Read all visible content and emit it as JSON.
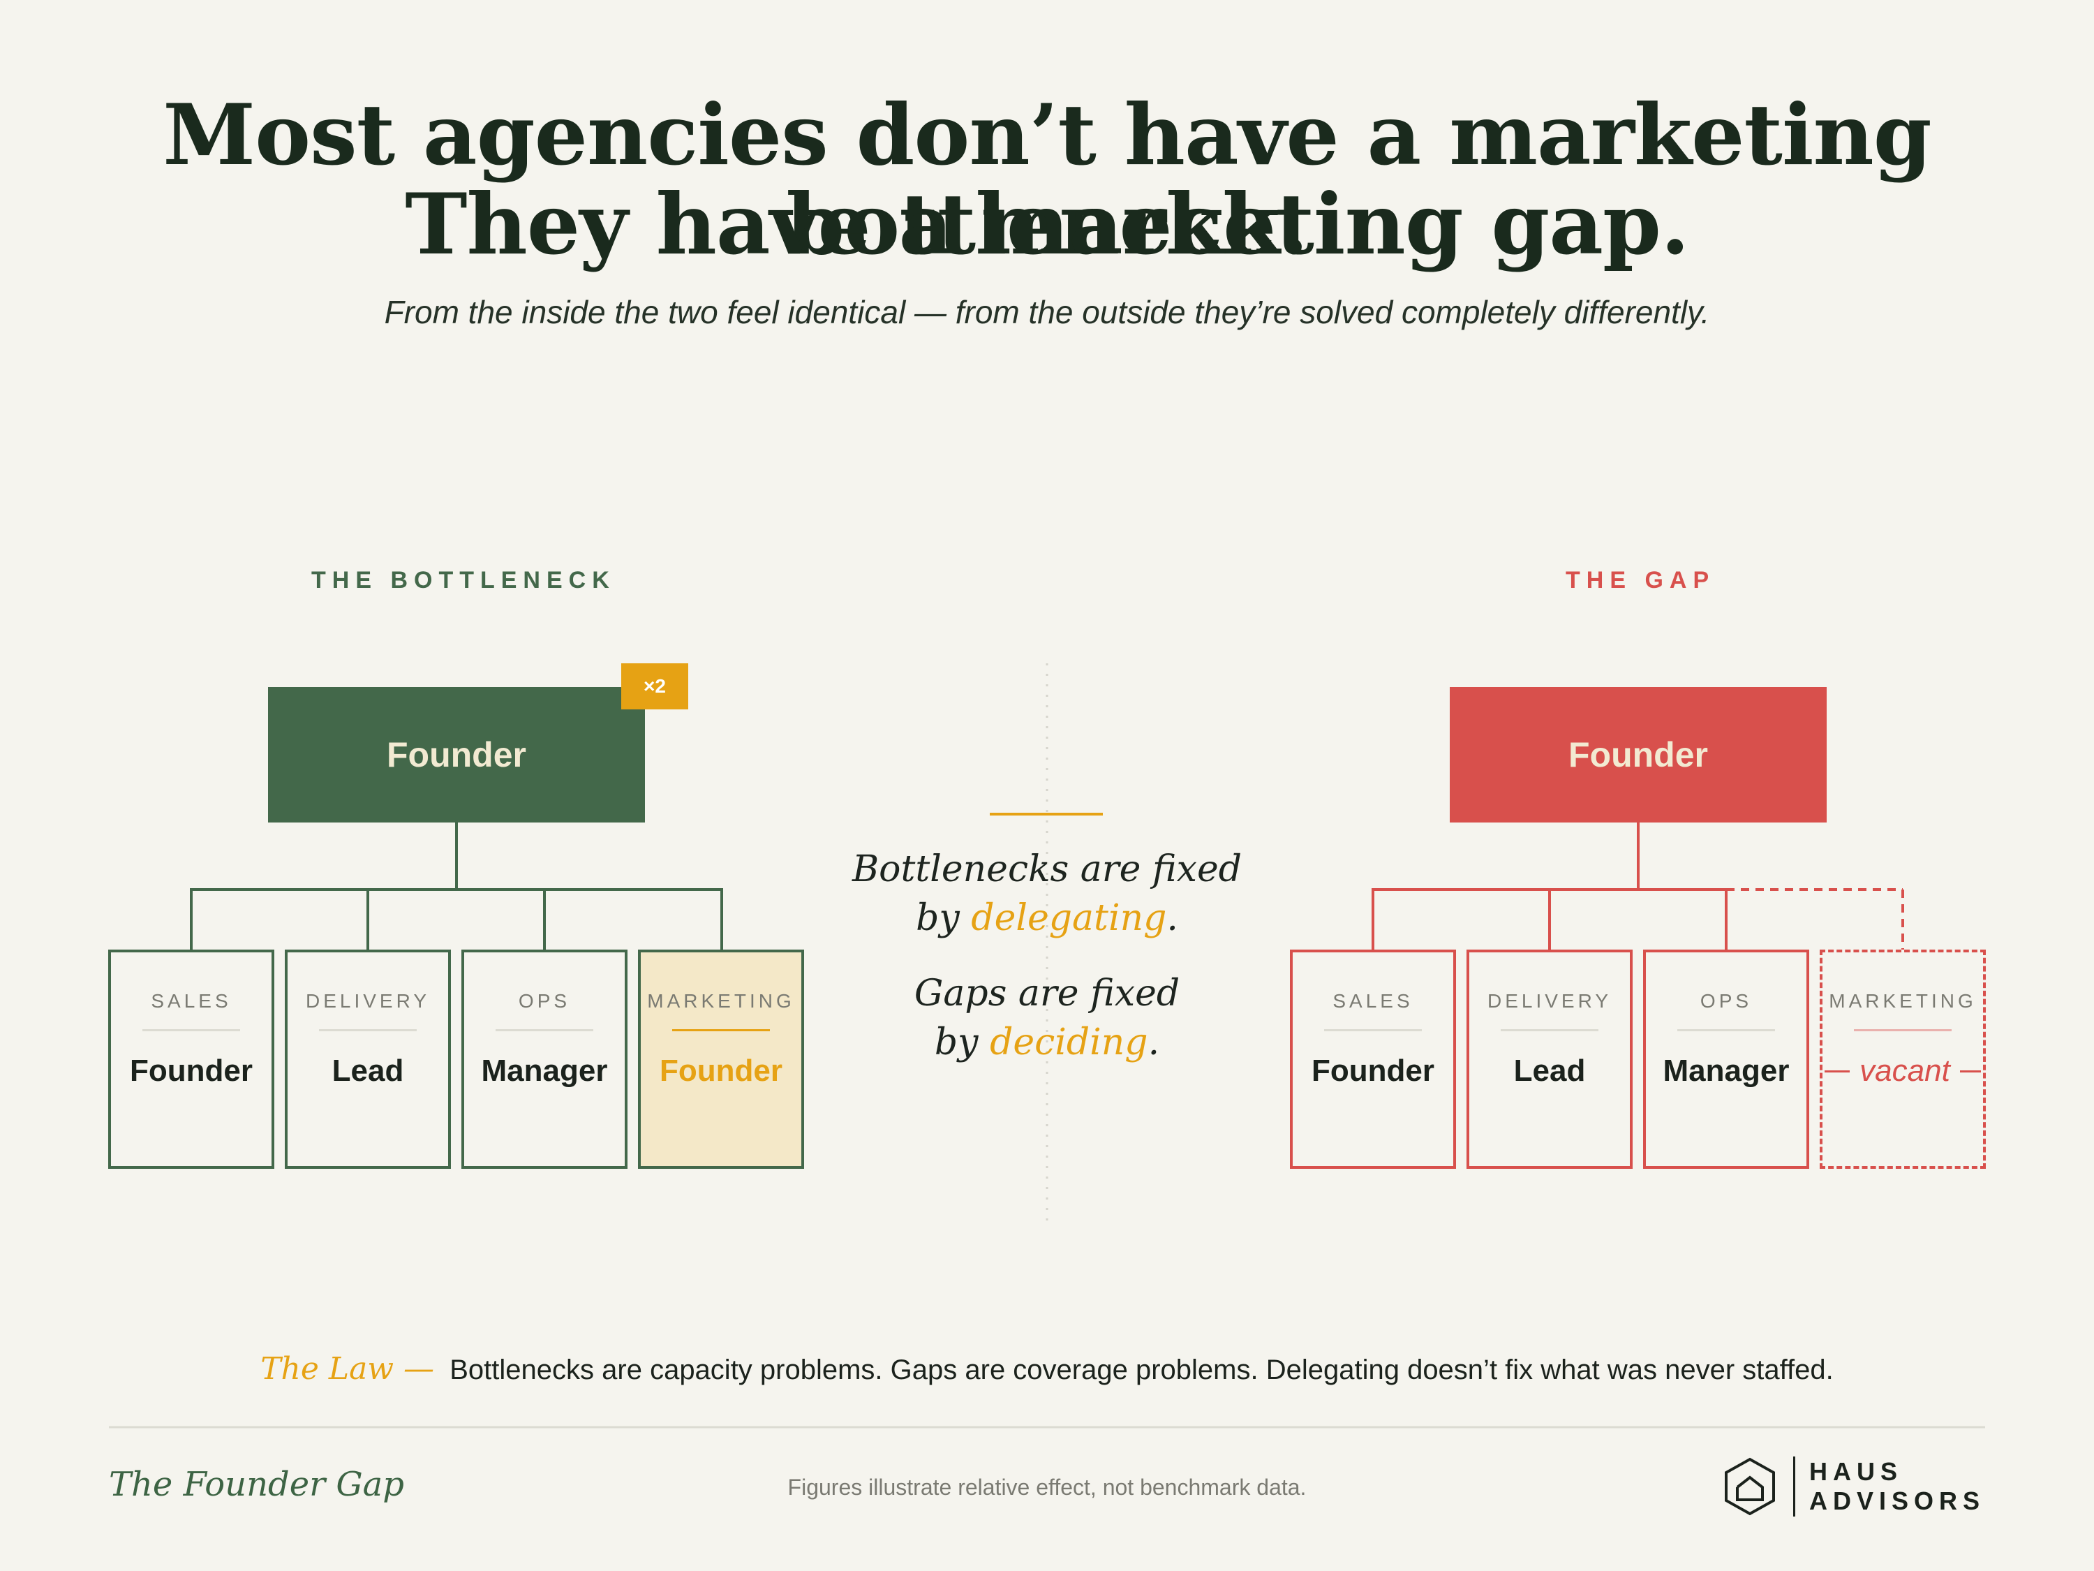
{
  "header": {
    "title_line1": "Most agencies don’t have a marketing bottleneck.",
    "title_line2": "They have a marketing gap.",
    "subtitle": "From the inside the two feel identical — from the outside they’re solved completely differently."
  },
  "bottleneck": {
    "label": "THE BOTTLENECK",
    "root": "Founder",
    "badge": "×2",
    "children": [
      {
        "role": "SALES",
        "who": "Founder"
      },
      {
        "role": "DELIVERY",
        "who": "Lead"
      },
      {
        "role": "OPS",
        "who": "Manager"
      },
      {
        "role": "MARKETING",
        "who": "Founder"
      }
    ]
  },
  "gap": {
    "label": "THE GAP",
    "root": "Founder",
    "children": [
      {
        "role": "SALES",
        "who": "Founder"
      },
      {
        "role": "DELIVERY",
        "who": "Lead"
      },
      {
        "role": "OPS",
        "who": "Manager"
      },
      {
        "role": "MARKETING",
        "who": "vacant"
      }
    ]
  },
  "center": {
    "line1_a": "Bottlenecks are fixed",
    "line1_b": "by",
    "line1_accent": "delegating",
    "line2_a": "Gaps are fixed",
    "line2_b": "by",
    "line2_accent": "deciding",
    "period": "."
  },
  "law": {
    "tag": "The Law —",
    "text": "Bottlenecks are capacity problems. Gaps are coverage problems. Delegating doesn’t fix what was never staffed."
  },
  "footer": {
    "title": "The Founder Gap",
    "note": "Figures illustrate relative effect, not benchmark data.",
    "brand_line1": "HAUS",
    "brand_line2": "ADVISORS"
  },
  "colors": {
    "green": "#43684a",
    "red": "#d8504c",
    "gold": "#e6a214",
    "background": "#f5f4ee"
  }
}
